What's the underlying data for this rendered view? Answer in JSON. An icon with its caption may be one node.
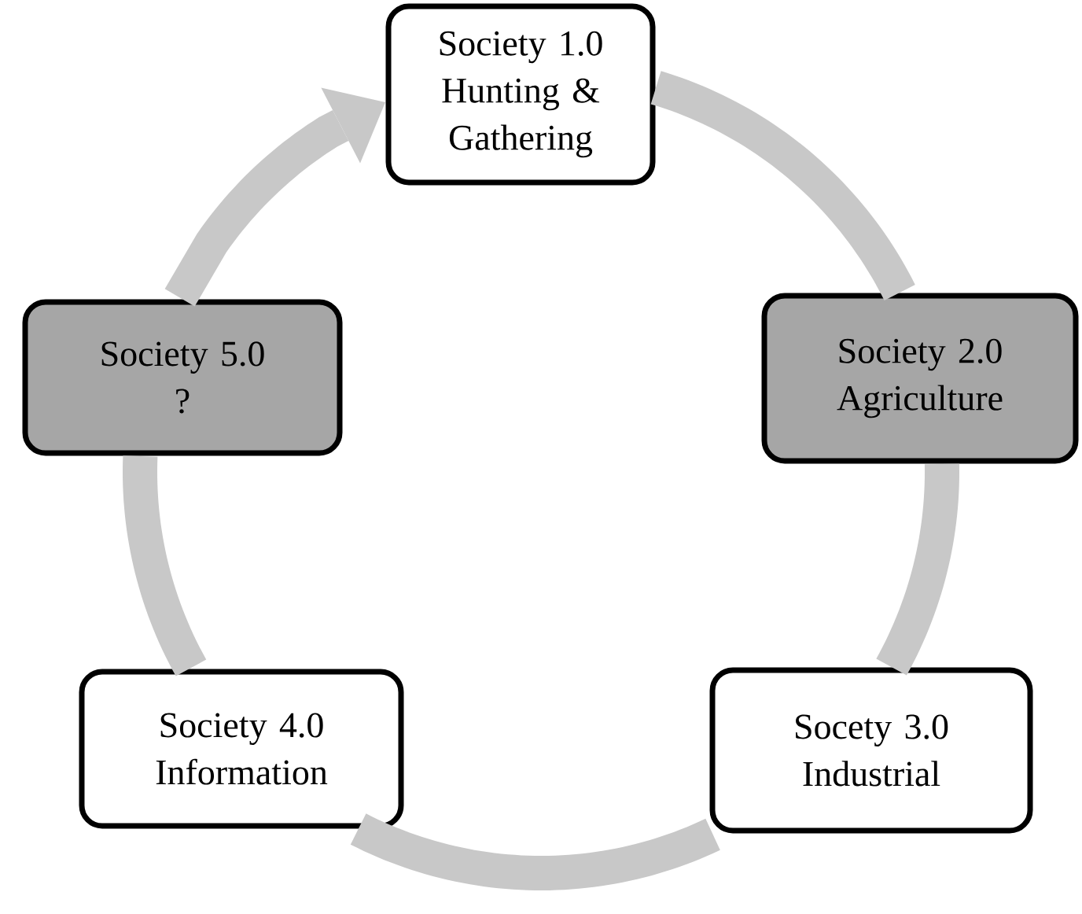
{
  "diagram": {
    "nodes": [
      {
        "text": [
          "Society 1.0",
          "Hunting & Gathering"
        ]
      },
      {
        "text": [
          "Society 2.0",
          "Agriculture"
        ]
      },
      {
        "text": [
          "Socety 3.0",
          "Industrial"
        ]
      },
      {
        "text": [
          "Society 4.0",
          "Information"
        ]
      },
      {
        "text": [
          "Society 5.0",
          "?"
        ]
      }
    ],
    "edges": [
      {
        "from": 0,
        "to": 1,
        "arrow": "none"
      },
      {
        "from": 1,
        "to": 2,
        "arrow": "none"
      },
      {
        "from": 2,
        "to": 3,
        "arrow": "none"
      },
      {
        "from": 3,
        "to": 4,
        "arrow": "none"
      },
      {
        "from": 4,
        "to": 0,
        "arrow": "to"
      }
    ]
  }
}
